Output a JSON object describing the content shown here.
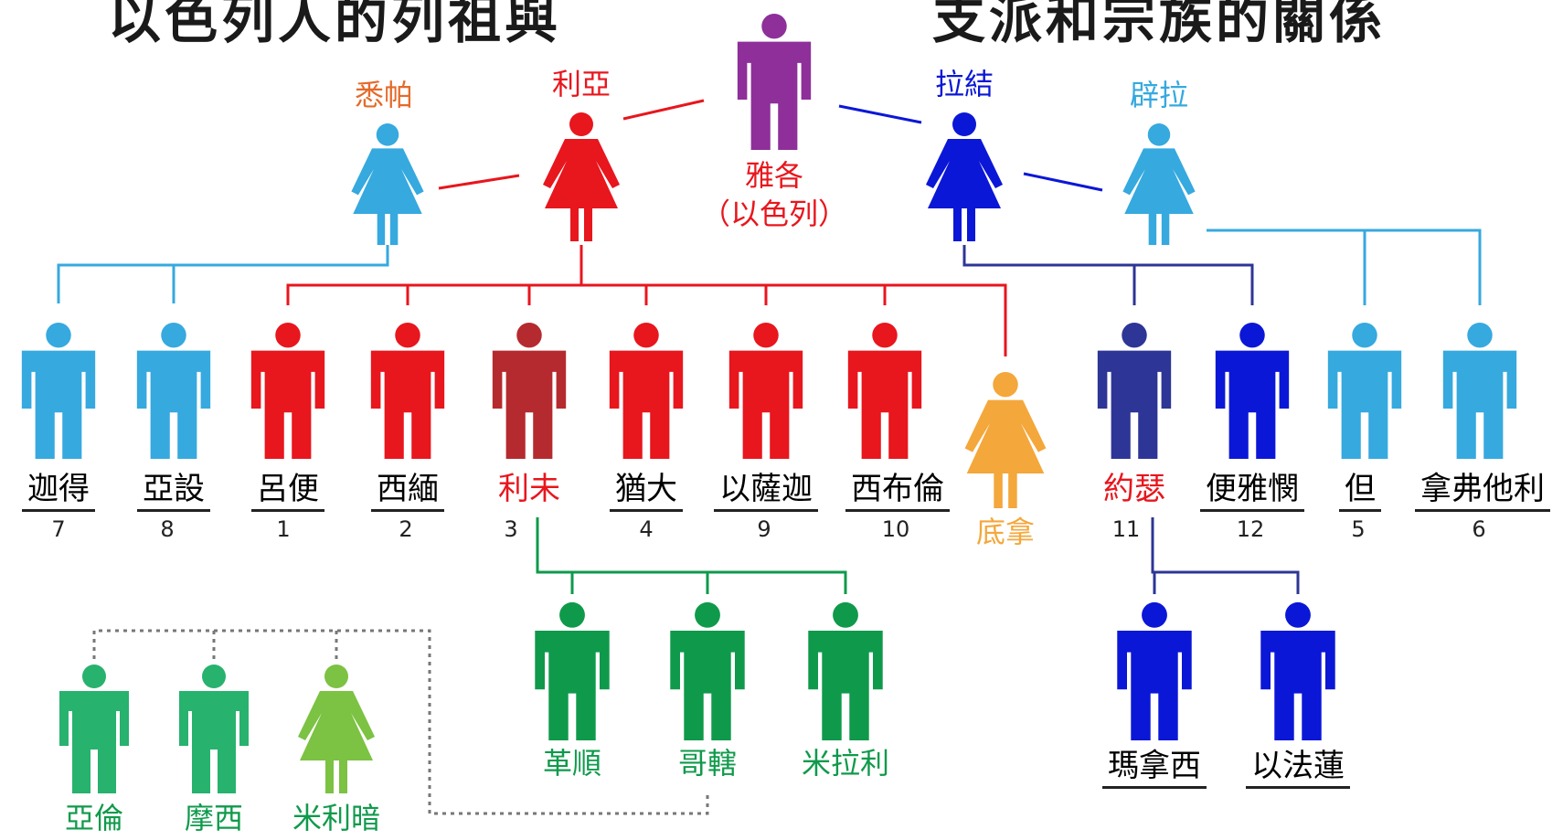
{
  "title_left": "以色列人的列祖與",
  "title_right": "支派和宗族的關係",
  "colors": {
    "purple": "#8e2f9a",
    "red": "#e8161d",
    "darkred": "#b52a2e",
    "sky": "#36a9df",
    "blue": "#0b17d6",
    "navy": "#2d3596",
    "orange": "#f4a73b",
    "green": "#0f9a4b",
    "mint": "#27b26e",
    "lime": "#7cc243"
  },
  "jacob": {
    "name": "雅各",
    "alias": "（以色列）"
  },
  "wives": [
    {
      "id": "zilpah",
      "name": "悉帕",
      "color": "sky"
    },
    {
      "id": "leah",
      "name": "利亞",
      "color": "red"
    },
    {
      "id": "rachel",
      "name": "拉結",
      "color": "blue"
    },
    {
      "id": "bilhah",
      "name": "辟拉",
      "color": "sky"
    }
  ],
  "children": [
    {
      "id": "gad",
      "name": "迦得",
      "number": "7",
      "color": "sky",
      "gender": "male"
    },
    {
      "id": "asher",
      "name": "亞設",
      "number": "8",
      "color": "sky",
      "gender": "male"
    },
    {
      "id": "reuben",
      "name": "呂便",
      "number": "1",
      "color": "red",
      "gender": "male"
    },
    {
      "id": "simeon",
      "name": "西緬",
      "number": "2",
      "color": "red",
      "gender": "male"
    },
    {
      "id": "levi",
      "name": "利未",
      "number": "3",
      "color": "darkred",
      "gender": "male"
    },
    {
      "id": "judah",
      "name": "猶大",
      "number": "4",
      "color": "red",
      "gender": "male"
    },
    {
      "id": "issachar",
      "name": "以薩迦",
      "number": "9",
      "color": "red",
      "gender": "male"
    },
    {
      "id": "zebulun",
      "name": "西布倫",
      "number": "10",
      "color": "red",
      "gender": "male"
    },
    {
      "id": "dinah",
      "name": "底拿",
      "number": "",
      "color": "orange",
      "gender": "female"
    },
    {
      "id": "joseph",
      "name": "約瑟",
      "number": "11",
      "color": "navy",
      "gender": "male"
    },
    {
      "id": "benjamin",
      "name": "便雅憫",
      "number": "12",
      "color": "blue",
      "gender": "male"
    },
    {
      "id": "dan",
      "name": "但",
      "number": "5",
      "color": "sky",
      "gender": "male"
    },
    {
      "id": "naphtali",
      "name": "拿弗他利",
      "number": "6",
      "color": "sky",
      "gender": "male"
    }
  ],
  "levi_sons": [
    {
      "id": "gershon",
      "name": "革順"
    },
    {
      "id": "kohath",
      "name": "哥轄"
    },
    {
      "id": "merari",
      "name": "米拉利"
    }
  ],
  "joseph_sons": [
    {
      "id": "manasseh",
      "name": "瑪拿西"
    },
    {
      "id": "ephraim",
      "name": "以法蓮"
    }
  ],
  "amram_children": [
    {
      "id": "aaron",
      "name": "亞倫",
      "color": "mint",
      "gender": "male"
    },
    {
      "id": "moses",
      "name": "摩西",
      "color": "mint",
      "gender": "male"
    },
    {
      "id": "miriam",
      "name": "米利暗",
      "color": "lime",
      "gender": "female"
    }
  ]
}
